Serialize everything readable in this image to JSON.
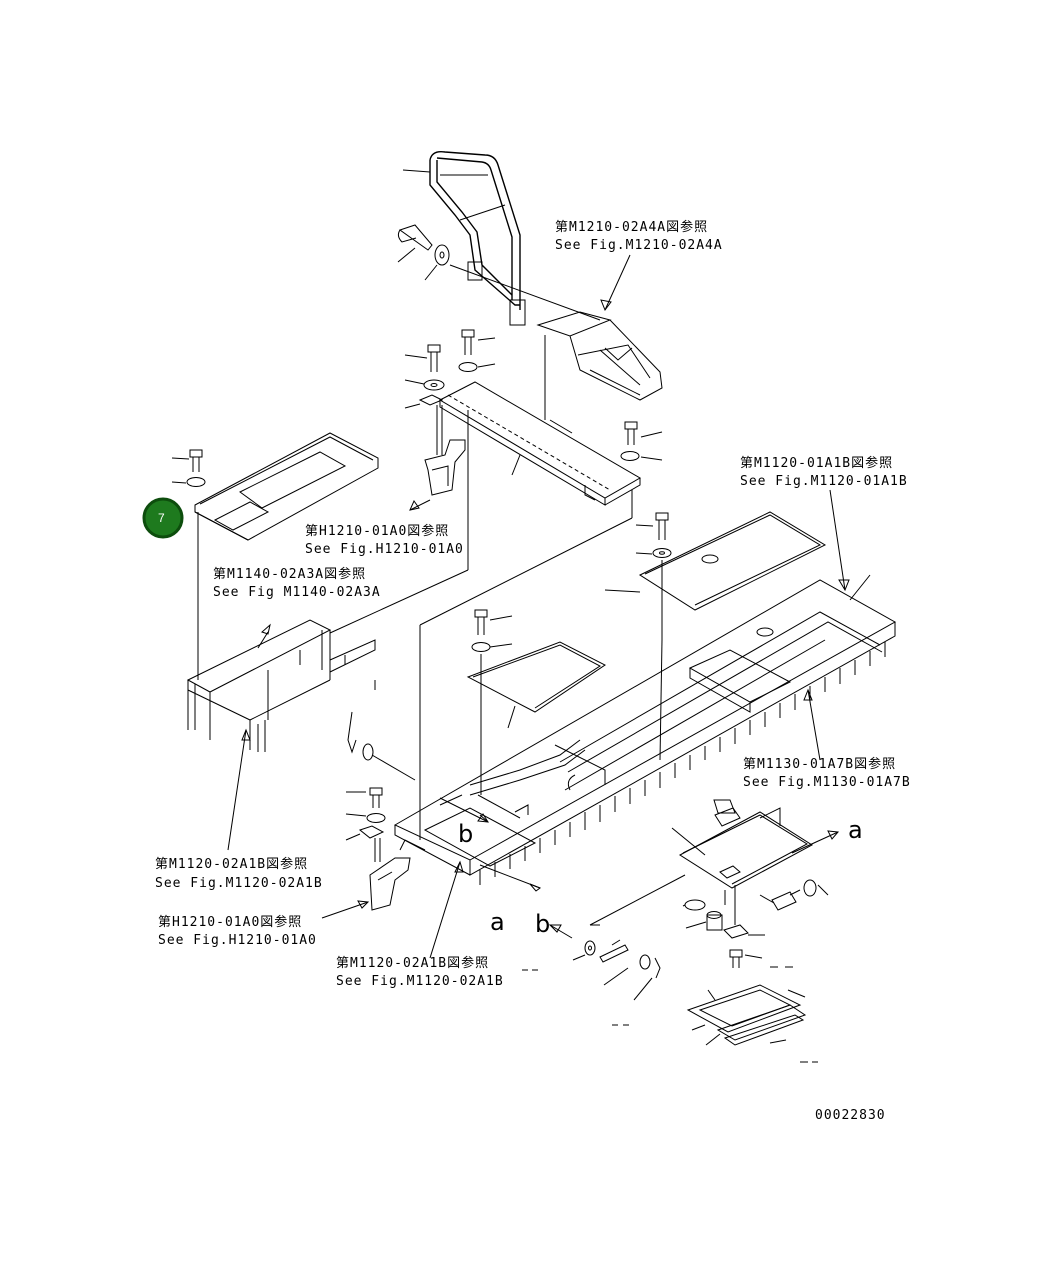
{
  "refs": {
    "m1210_02a4a_jp": "第M1210-02A4A図参照",
    "m1210_02a4a_en": "See Fig.M1210-02A4A",
    "m1120_01a1b_jp": "第M1120-01A1B図参照",
    "m1120_01a1b_en": "See Fig.M1120-01A1B",
    "h1210_01a0_top_jp": "第H1210-01A0図参照",
    "h1210_01a0_top_en": "See Fig.H1210-01A0",
    "m1140_02a3a_jp": "第M1140-02A3A図参照",
    "m1140_02a3a_en": "See Fig M1140-02A3A",
    "m1130_01a7b_jp": "第M1130-01A7B図参照",
    "m1130_01a7b_en": "See Fig.M1130-01A7B",
    "m1120_02a1b_left_jp": "第M1120-02A1B図参照",
    "m1120_02a1b_left_en": "See Fig.M1120-02A1B",
    "h1210_01a0_bottom_jp": "第H1210-01A0図参照",
    "h1210_01a0_bottom_en": "See Fig.H1210-01A0",
    "m1120_02a1b_center_jp": "第M1120-02A1B図参照",
    "m1120_02a1b_center_en": "See Fig.M1120-02A1B"
  },
  "markers": {
    "a_right": "a",
    "a_bottom": "a",
    "b_middle": "b",
    "b_bottom": "b"
  },
  "badge": {
    "number": "7",
    "color": "#1e7a1e"
  },
  "drawing_number": "00022830"
}
